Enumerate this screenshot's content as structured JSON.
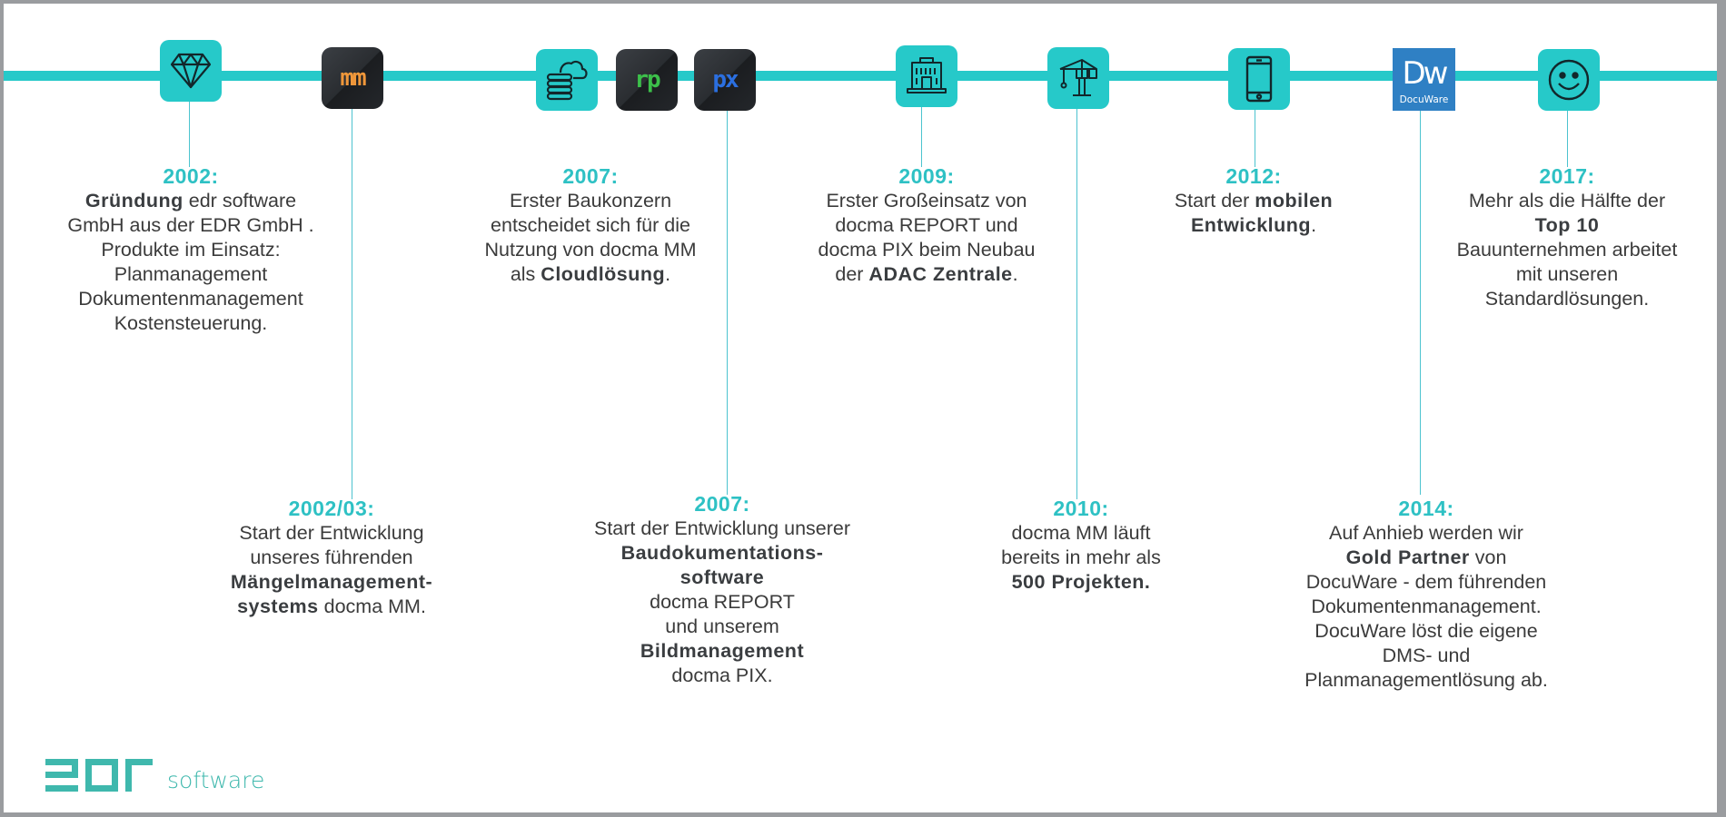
{
  "colors": {
    "accent": "#26c9c9",
    "year_text": "#2ec1c4",
    "body_text": "#3b3b3b",
    "frame": "#9a9c9f",
    "docuware_blue": "#2f80c4",
    "mm_orange": "#f0973a",
    "rp_green": "#3cbf4a",
    "px_blue": "#2b6fe0"
  },
  "icons": {
    "milestone_2002": "diamond-icon",
    "milestone_2002_03": "docma-mm-app-icon",
    "milestone_2007_cloud": "cloud-database-icon",
    "milestone_2007_rp": "docma-report-app-icon",
    "milestone_2007_px": "docma-pix-app-icon",
    "milestone_2009": "building-icon",
    "milestone_2010": "crane-icon",
    "milestone_2012": "smartphone-icon",
    "milestone_2014": "docuware-logo-icon",
    "milestone_2017": "smiley-icon"
  },
  "app_icon_labels": {
    "mm": "mm",
    "rp": "rp",
    "px": "px",
    "docuware_big": "Dw",
    "docuware_small": "DocuWare"
  },
  "milestones": {
    "m2002": {
      "year": "2002:",
      "lines": [
        [
          {
            "t": "Gründung",
            "b": true
          },
          {
            "t": " edr software",
            "b": false
          }
        ],
        [
          {
            "t": "GmbH aus der EDR GmbH .",
            "b": false
          }
        ],
        [
          {
            "t": "Produkte im Einsatz:",
            "b": false
          }
        ],
        [
          {
            "t": "Planmanagement",
            "b": false
          }
        ],
        [
          {
            "t": "Dokumentenmanagement",
            "b": false
          }
        ],
        [
          {
            "t": "Kostensteuerung.",
            "b": false
          }
        ]
      ]
    },
    "m2002_03": {
      "year": "2002/03:",
      "lines": [
        [
          {
            "t": "Start der Entwicklung",
            "b": false
          }
        ],
        [
          {
            "t": "unseres führenden",
            "b": false
          }
        ],
        [
          {
            "t": "Mängelmanagement-",
            "b": true
          }
        ],
        [
          {
            "t": "systems",
            "b": true
          },
          {
            "t": " docma MM.",
            "b": false
          }
        ]
      ]
    },
    "m2007_cloud": {
      "year": "2007:",
      "lines": [
        [
          {
            "t": "Erster Baukonzern",
            "b": false
          }
        ],
        [
          {
            "t": "entscheidet sich für die",
            "b": false
          }
        ],
        [
          {
            "t": "Nutzung von docma MM",
            "b": false
          }
        ],
        [
          {
            "t": "als ",
            "b": false
          },
          {
            "t": "Cloudlösung",
            "b": true
          },
          {
            "t": ".",
            "b": false
          }
        ]
      ]
    },
    "m2007_dev": {
      "year": "2007:",
      "lines": [
        [
          {
            "t": "Start der Entwicklung unserer",
            "b": false
          }
        ],
        [
          {
            "t": "Baudokumentations-",
            "b": true
          }
        ],
        [
          {
            "t": "software",
            "b": true
          }
        ],
        [
          {
            "t": "docma REPORT",
            "b": false
          }
        ],
        [
          {
            "t": "und unserem",
            "b": false
          }
        ],
        [
          {
            "t": "Bildmanagement",
            "b": true
          }
        ],
        [
          {
            "t": "docma PIX.",
            "b": false
          }
        ]
      ]
    },
    "m2009": {
      "year": "2009:",
      "lines": [
        [
          {
            "t": "Erster Großeinsatz von",
            "b": false
          }
        ],
        [
          {
            "t": "docma REPORT und",
            "b": false
          }
        ],
        [
          {
            "t": "docma PIX beim Neubau",
            "b": false
          }
        ],
        [
          {
            "t": "der ",
            "b": false
          },
          {
            "t": "ADAC Zentrale",
            "b": true
          },
          {
            "t": ".",
            "b": false
          }
        ]
      ]
    },
    "m2010": {
      "year": "2010:",
      "lines": [
        [
          {
            "t": "docma MM läuft",
            "b": false
          }
        ],
        [
          {
            "t": "bereits in mehr als",
            "b": false
          }
        ],
        [
          {
            "t": "500 Projekten.",
            "b": true
          }
        ]
      ]
    },
    "m2012": {
      "year": "2012:",
      "lines": [
        [
          {
            "t": "Start der ",
            "b": false
          },
          {
            "t": "mobilen",
            "b": true
          }
        ],
        [
          {
            "t": "Entwicklung",
            "b": true
          },
          {
            "t": ".",
            "b": false
          }
        ]
      ]
    },
    "m2014": {
      "year": "2014:",
      "lines": [
        [
          {
            "t": "Auf Anhieb werden wir",
            "b": false
          }
        ],
        [
          {
            "t": "Gold Partner",
            "b": true
          },
          {
            "t": " von",
            "b": false
          }
        ],
        [
          {
            "t": "DocuWare - dem führenden",
            "b": false
          }
        ],
        [
          {
            "t": "Dokumentenmanagement.",
            "b": false
          }
        ],
        [
          {
            "t": "DocuWare löst die eigene",
            "b": false
          }
        ],
        [
          {
            "t": "DMS- und",
            "b": false
          }
        ],
        [
          {
            "t": "Planmanagementlösung ab.",
            "b": false
          }
        ]
      ]
    },
    "m2017": {
      "year": "2017:",
      "lines": [
        [
          {
            "t": "Mehr als die Hälfte der",
            "b": false
          }
        ],
        [
          {
            "t": "Top 10",
            "b": true
          }
        ],
        [
          {
            "t": "Bauunternehmen arbeitet",
            "b": false
          }
        ],
        [
          {
            "t": "mit unseren",
            "b": false
          }
        ],
        [
          {
            "t": "Standardlösungen.",
            "b": false
          }
        ]
      ]
    }
  },
  "logo": {
    "mark": "edr",
    "text": "software"
  }
}
